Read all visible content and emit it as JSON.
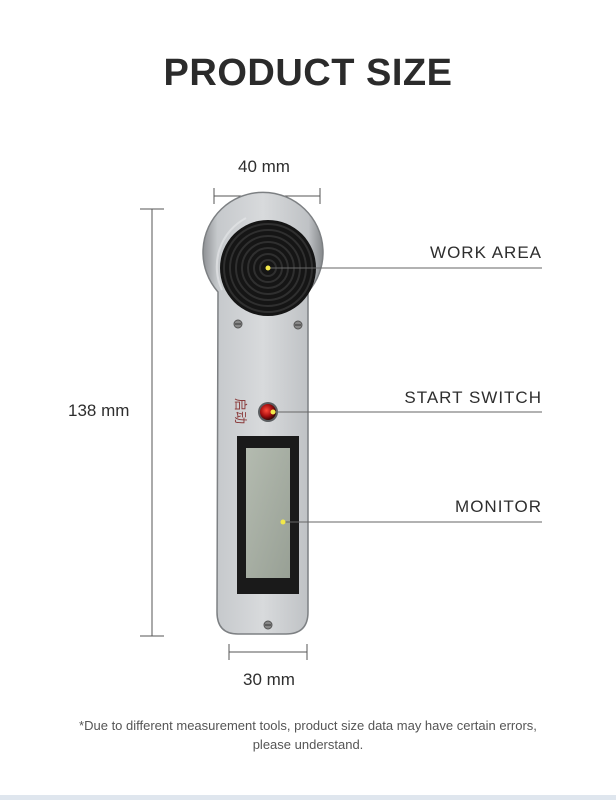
{
  "title": "PRODUCT SIZE",
  "dimensions": {
    "width_top": "40 mm",
    "height": "138 mm",
    "width_bottom": "30 mm"
  },
  "callouts": {
    "work_area": "WORK AREA",
    "start_switch": "START SWITCH",
    "monitor": "MONITOR"
  },
  "device": {
    "button_label": "启动"
  },
  "footnote": {
    "line1": "*Due to different measurement tools, product size data may have certain errors,",
    "line2": "please understand."
  },
  "colors": {
    "body": "#b9bcbf",
    "speaker": "#1e1e1e",
    "screen": "#a6aea2",
    "indicator": "#f2e84a",
    "button": "#b01414"
  }
}
